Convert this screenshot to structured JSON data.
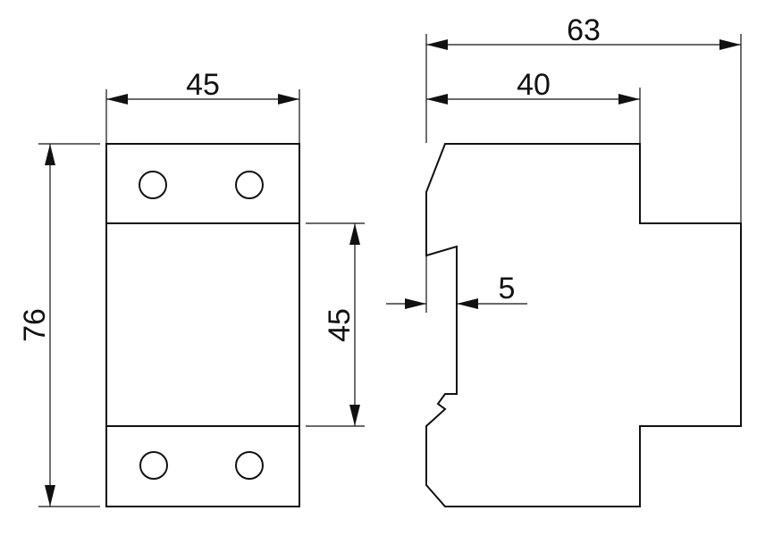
{
  "dimensions": {
    "front_width": "45",
    "front_height": "76",
    "front_window_height": "45",
    "side_total_depth": "63",
    "side_front_depth": "40",
    "rail_offset": "5"
  },
  "colors": {
    "line": "#111111",
    "background": "#ffffff"
  }
}
